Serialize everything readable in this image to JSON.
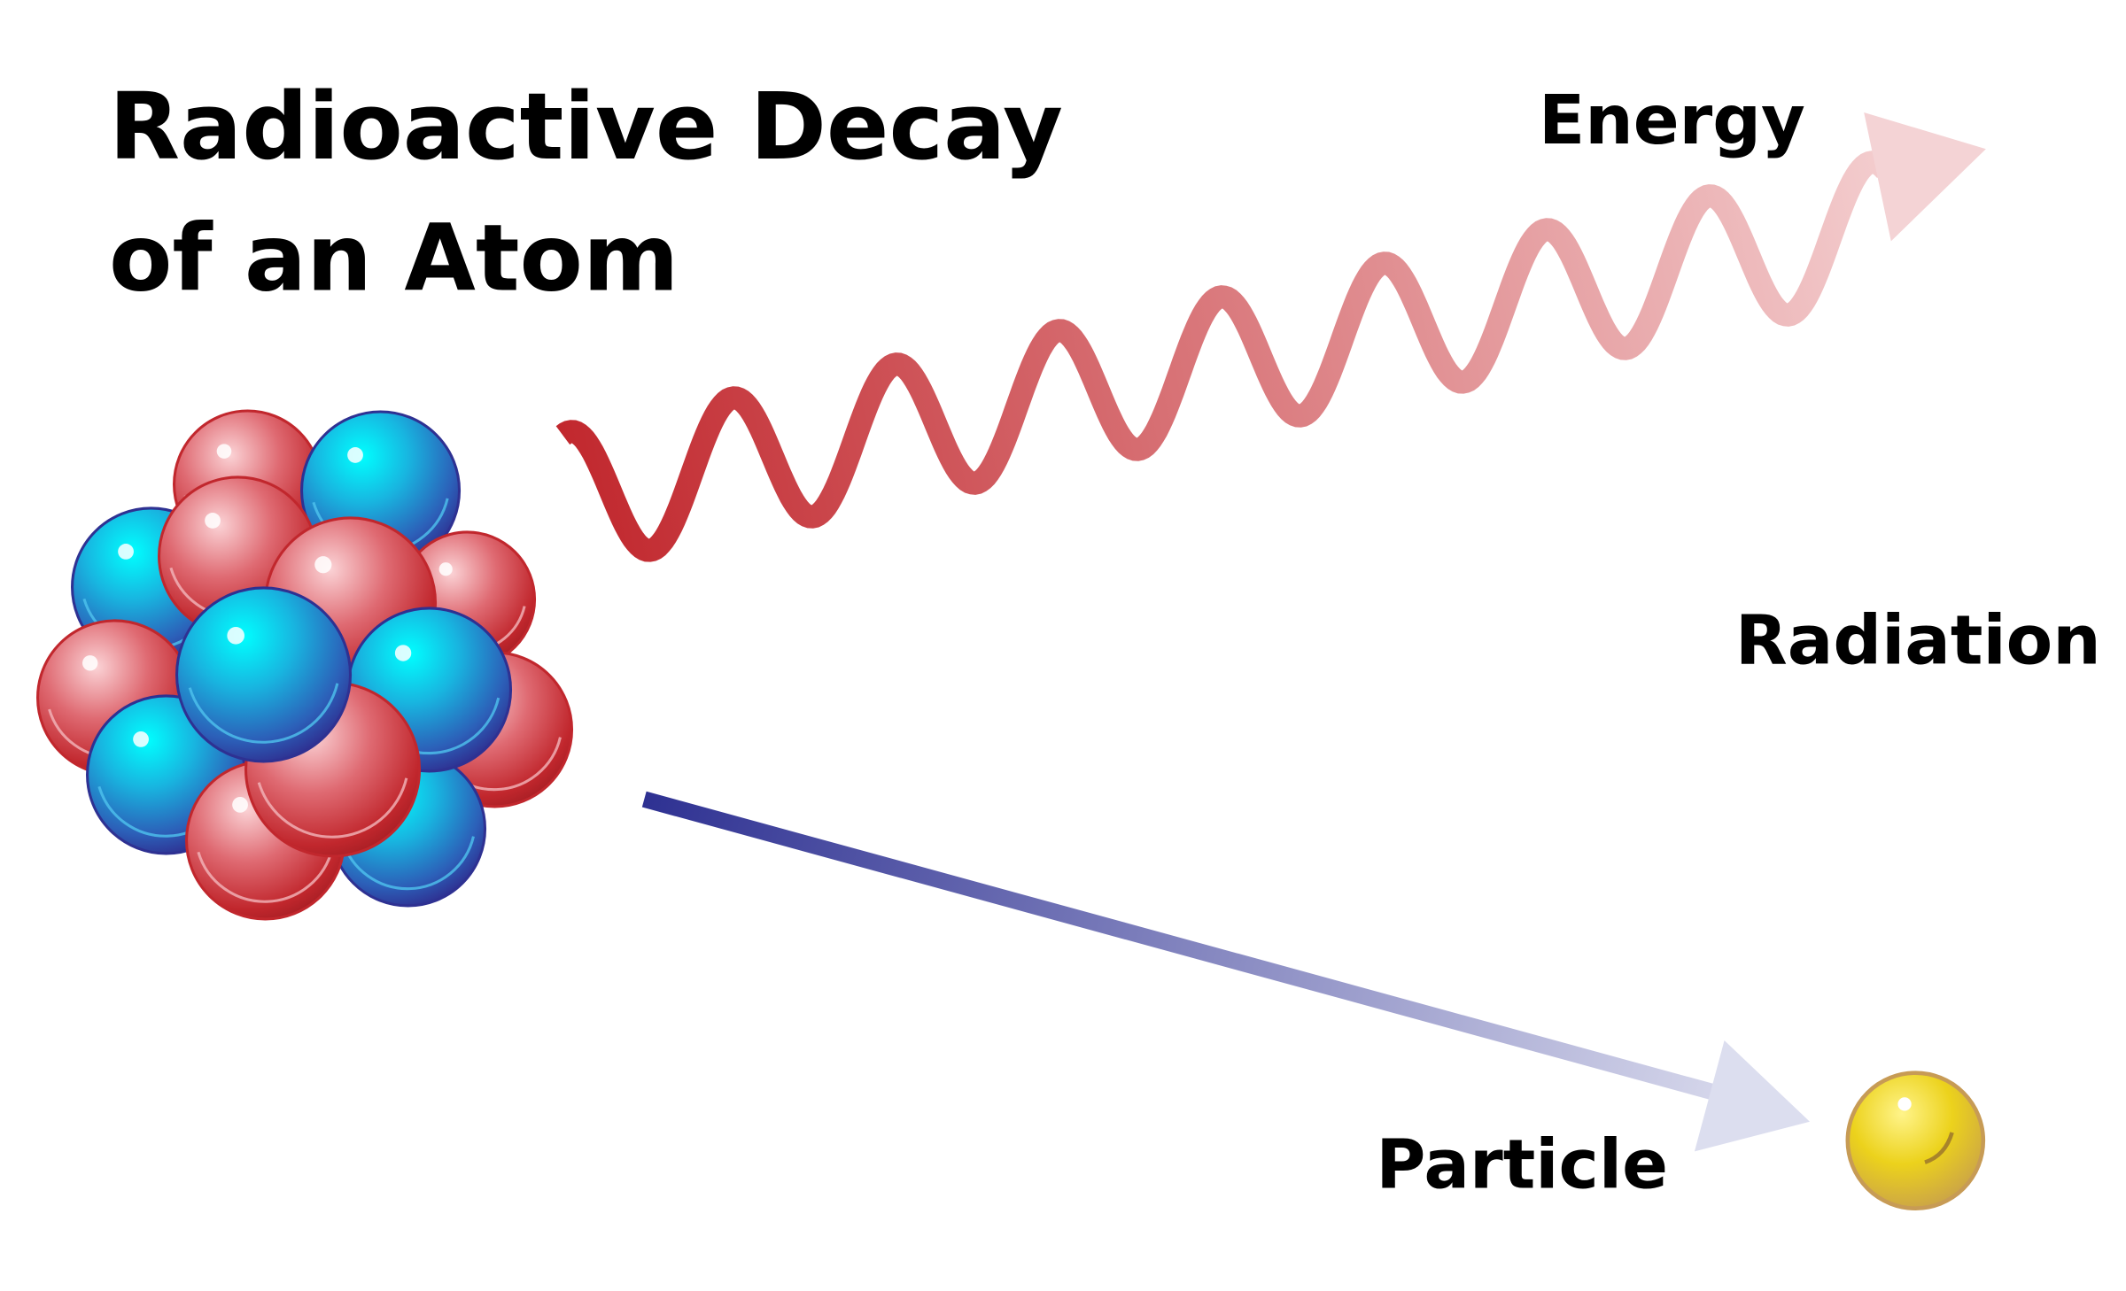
{
  "title": {
    "line1": "Radioactive Decay",
    "line2": "of an Atom"
  },
  "labels": {
    "energy": "Energy",
    "radiation": "Radiation",
    "particle": "Particle"
  },
  "colors": {
    "proton": "#c1272d",
    "neutron": "#2e3192",
    "neutron_highlight": "#00ffff",
    "energy_wave": "#c1272d",
    "particle_arrow": "#2e3192",
    "particle": "#e8c21a"
  },
  "icons": {
    "nucleus": "nucleus-cluster-icon",
    "particle": "particle-sphere-icon",
    "energy": "wavy-arrow-icon",
    "particle_path": "straight-arrow-icon"
  }
}
